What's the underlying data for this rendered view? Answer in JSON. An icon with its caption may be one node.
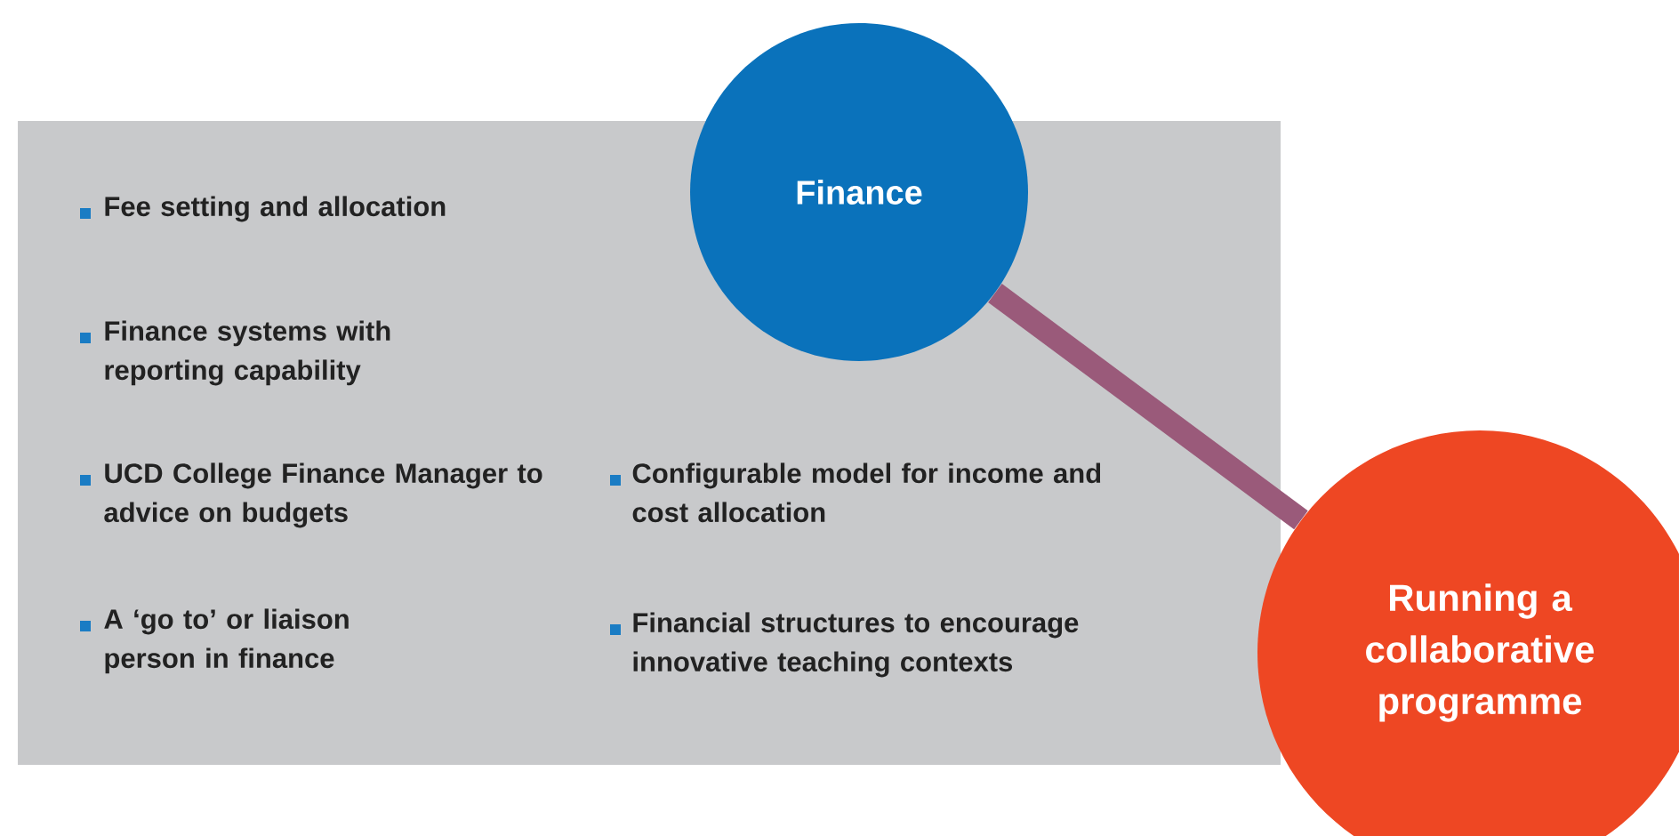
{
  "diagram": {
    "nodes": [
      {
        "text": [
          "Finance"
        ]
      },
      {
        "text": [
          "Running a collaborative programme"
        ]
      }
    ],
    "edges": [
      {
        "from": 0,
        "to": 1,
        "arrow": "none"
      }
    ],
    "labels": [
      "Fee setting and allocation",
      "Finance systems with reporting capability",
      "UCD College Finance Manager to advice on budgets",
      "Configurable model for income and cost allocation",
      "A ‘go to’ or liaison person in finance",
      "Financial structures to encourage innovative teaching contexts"
    ]
  }
}
